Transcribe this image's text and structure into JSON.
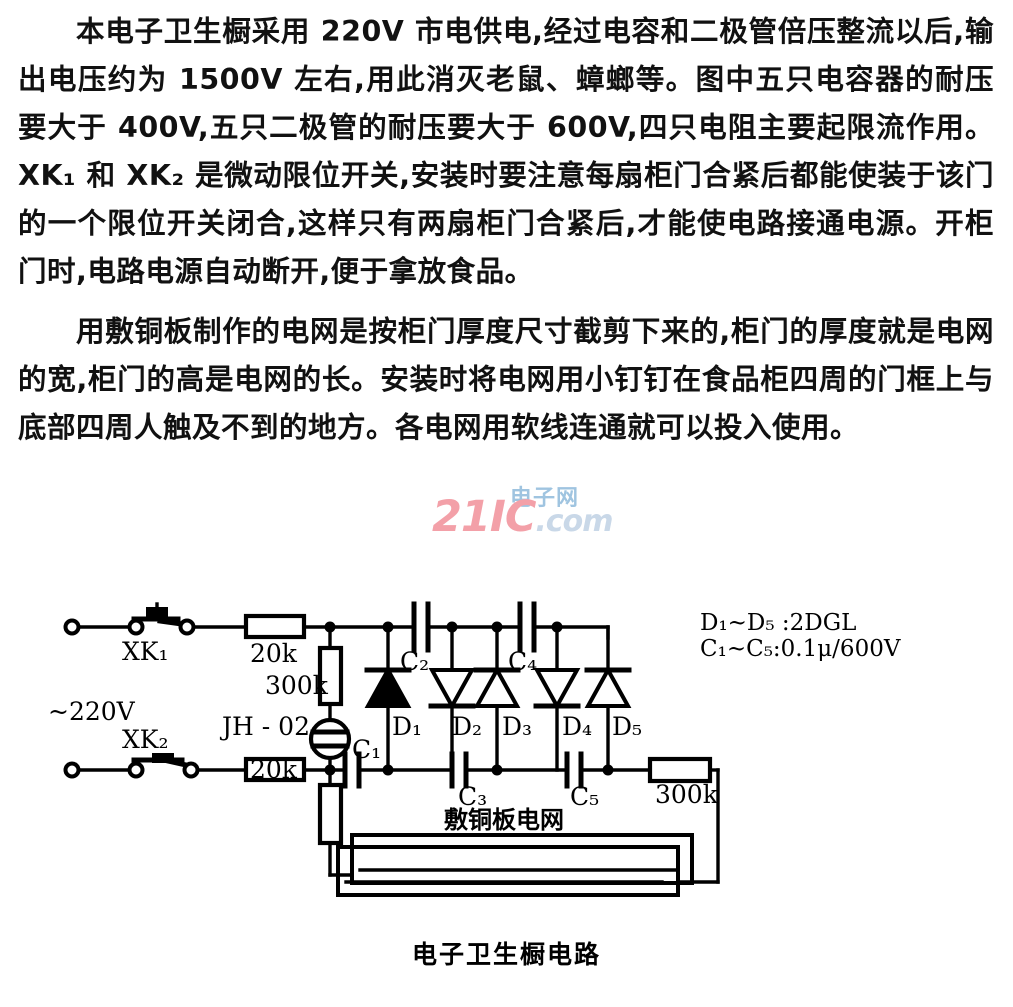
{
  "document": {
    "paragraphs": [
      "本电子卫生橱采用 220V 市电供电,经过电容和二极管倍压整流以后,输出电压约为 1500V 左右,用此消灭老鼠、蟑螂等。图中五只电容器的耐压要大于 400V,五只二极管的耐压要大于 600V,四只电阻主要起限流作用。XK₁ 和 XK₂ 是微动限位开关,安装时要注意每扇柜门合紧后都能使装于该门的一个限位开关闭合,这样只有两扇柜门合紧后,才能使电路接通电源。开柜门时,电路电源自动断开,便于拿放食品。",
      "用敷铜板制作的电网是按柜门厚度尺寸截剪下来的,柜门的厚度就是电网的宽,柜门的高是电网的长。安装时将电网用小钉钉在食品柜四周的门框上与底部四周人触及不到的地方。各电网用软线连通就可以投入使用。"
    ]
  },
  "watermark": {
    "cn_text": "电子网",
    "main_text": "21IC",
    "suffix_text": ".com",
    "main_color": "#f3a0a8",
    "cn_color": "#9fc4e0"
  },
  "schematic": {
    "caption": "电子卫生橱电路",
    "source_label": "~220V",
    "switch_1": "XK₁",
    "switch_2": "XK₂",
    "resistor_top": "20k",
    "resistor_bottom": "20k",
    "resistor_300k_left": "300k",
    "resistor_300k_right": "300k",
    "neon_lamp": "JH - 02",
    "capacitor_1": "C₁",
    "capacitor_2": "C₂",
    "capacitor_3": "C₃",
    "capacitor_4": "C₄",
    "capacitor_5": "C₅",
    "diode_1": "D₁",
    "diode_2": "D₂",
    "diode_3": "D₃",
    "diode_4": "D₄",
    "diode_5": "D₅",
    "grid_label": "敷铜板电网",
    "legend_line_1": "D₁~D₅ :2DGL",
    "legend_line_2": "C₁~C₅:0.1μ/600V"
  }
}
